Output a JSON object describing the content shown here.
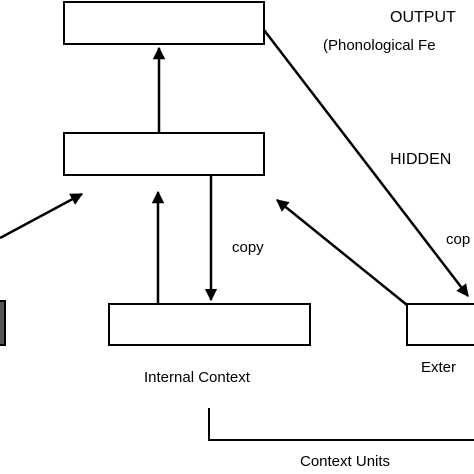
{
  "labels": {
    "output": "OUTPUT",
    "output_sub": "(Phonological Fe",
    "hidden": "HIDDEN",
    "copy_internal": "copy",
    "copy_external": "cop",
    "internal_context": "Internal Context",
    "external_context": "Exter",
    "context_units": "Context Units"
  }
}
